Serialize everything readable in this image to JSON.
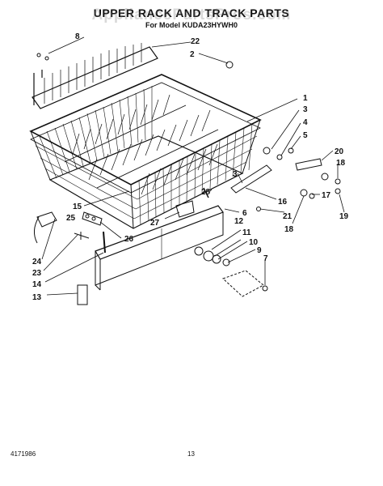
{
  "title": "UPPER RACK AND TRACK PARTS",
  "subtitle": "For Model KUDA23HYWH0",
  "watermark": "AppliancePartsPros.com",
  "footer": {
    "doc_number": "4171986",
    "page_number": "13"
  },
  "callouts": [
    "1",
    "2",
    "3",
    "4",
    "5",
    "6",
    "7",
    "8",
    "9",
    "10",
    "11",
    "12",
    "13",
    "14",
    "15",
    "16",
    "17",
    "18",
    "19",
    "20",
    "21",
    "22",
    "23",
    "24",
    "25",
    "26",
    "27",
    "28"
  ]
}
